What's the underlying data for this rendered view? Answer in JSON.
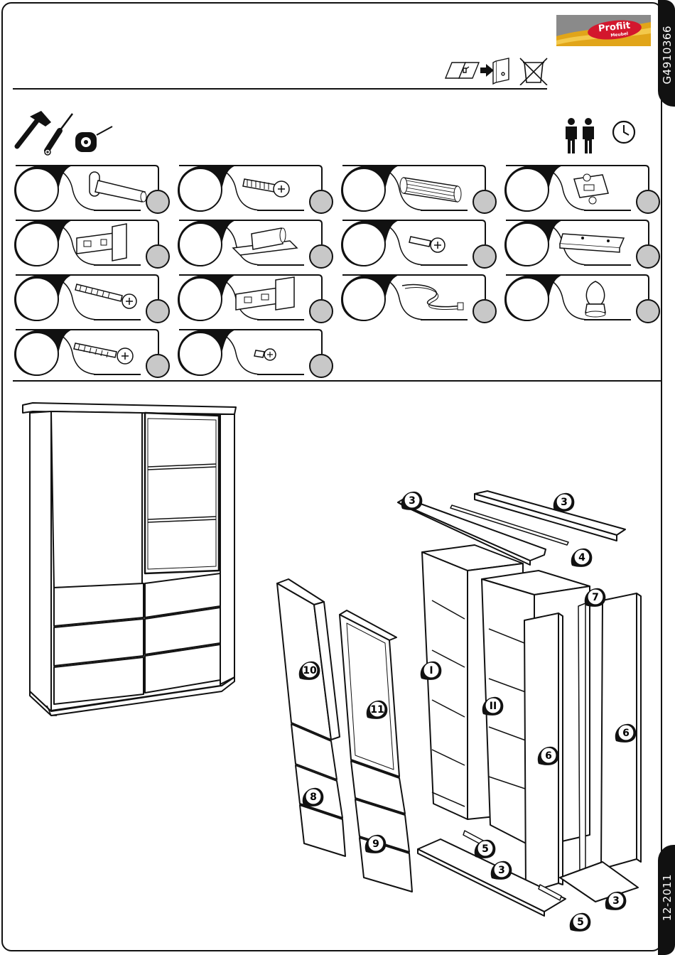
{
  "document": {
    "product_code": "G4910366",
    "date_code": "12-2011",
    "brand": "Profiit Meubel"
  },
  "header_icons": [
    "instruction-booklet-icon",
    "arrow-right-icon",
    "file-folder-icon",
    "no-trash-bin-icon"
  ],
  "tool_icons": [
    "hammer-icon",
    "phillips-screwdriver-icon",
    "tape-measure-icon"
  ],
  "assembly_info_icons": [
    "two-persons-icon",
    "clock-icon"
  ],
  "hardware_parts": [
    {
      "row": 1,
      "col": 1,
      "icon": "cam-bolt-icon"
    },
    {
      "row": 1,
      "col": 2,
      "icon": "cam-screw-icon"
    },
    {
      "row": 1,
      "col": 3,
      "icon": "wood-dowel-icon"
    },
    {
      "row": 1,
      "col": 4,
      "icon": "hinge-mounting-plate-icon"
    },
    {
      "row": 2,
      "col": 1,
      "icon": "concealed-hinge-icon"
    },
    {
      "row": 2,
      "col": 2,
      "icon": "push-latch-icon"
    },
    {
      "row": 2,
      "col": 3,
      "icon": "short-screw-icon"
    },
    {
      "row": 2,
      "col": 4,
      "icon": "shelf-support-bracket-icon"
    },
    {
      "row": 3,
      "col": 1,
      "icon": "long-screw-icon"
    },
    {
      "row": 3,
      "col": 2,
      "icon": "glass-door-hinge-icon"
    },
    {
      "row": 3,
      "col": 3,
      "icon": "power-cable-icon"
    },
    {
      "row": 3,
      "col": 4,
      "icon": "led-bulb-icon"
    },
    {
      "row": 4,
      "col": 1,
      "icon": "medium-screw-icon"
    },
    {
      "row": 4,
      "col": 2,
      "icon": "mini-screw-icon"
    }
  ],
  "exploded_view_labels": [
    "3",
    "3",
    "4",
    "7",
    "10",
    "I",
    "11",
    "II",
    "6",
    "6",
    "8",
    "5",
    "9",
    "3",
    "3",
    "5"
  ]
}
